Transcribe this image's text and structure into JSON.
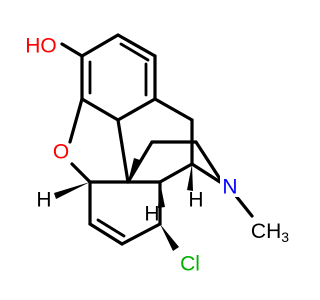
{
  "molecule": {
    "labels": {
      "hydroxyl": "HO",
      "oxygen": "O",
      "nitrogen": "N",
      "methyl": "CH3",
      "chlorine": "Cl",
      "h_left": "H",
      "h_center": "H",
      "h_right": "H"
    },
    "colors": {
      "bond": "#000000",
      "oxygen": "#ff0000",
      "nitrogen": "#0000ff",
      "chlorine": "#00b000",
      "hydrogen": "#000000",
      "carbon": "#000000",
      "background": "#ffffff"
    }
  }
}
